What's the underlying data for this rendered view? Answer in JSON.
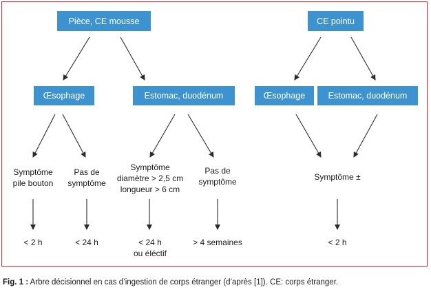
{
  "nodes": {
    "piece_ce_mousse": "Pièce, CE mousse",
    "ce_pointu": "CE pointu",
    "oesophage_left": "Œsophage",
    "estomac_duodenum_left": "Estomac, duodénum",
    "oesophage_right": "Œsophage",
    "estomac_duodenum_right": "Estomac, duodénum"
  },
  "outcomes": {
    "symptome_pile": "Symptôme\npile bouton",
    "pas_symptome_1": "Pas de\nsymptôme",
    "symptome_diametre": "Symptôme\ndiamètre > 2,5 cm\nlongueur > 6 cm",
    "pas_symptome_2": "Pas de\nsymptôme",
    "symptome_pm": "Symptôme ±"
  },
  "delays": {
    "d1": "< 2 h",
    "d2": "< 24 h",
    "d3": "< 24 h\nou éléctif",
    "d4": "> 4 semaines",
    "d5": "< 2 h"
  },
  "caption": {
    "label": "Fig. 1 :",
    "text": " Arbre décisionnel en cas d’ingestion de corps étranger (d’après [1]). CE: corps étranger."
  },
  "colors": {
    "box": "#3d93cf",
    "frame": "#d42a3c",
    "arrow": "#2b2b2b"
  }
}
